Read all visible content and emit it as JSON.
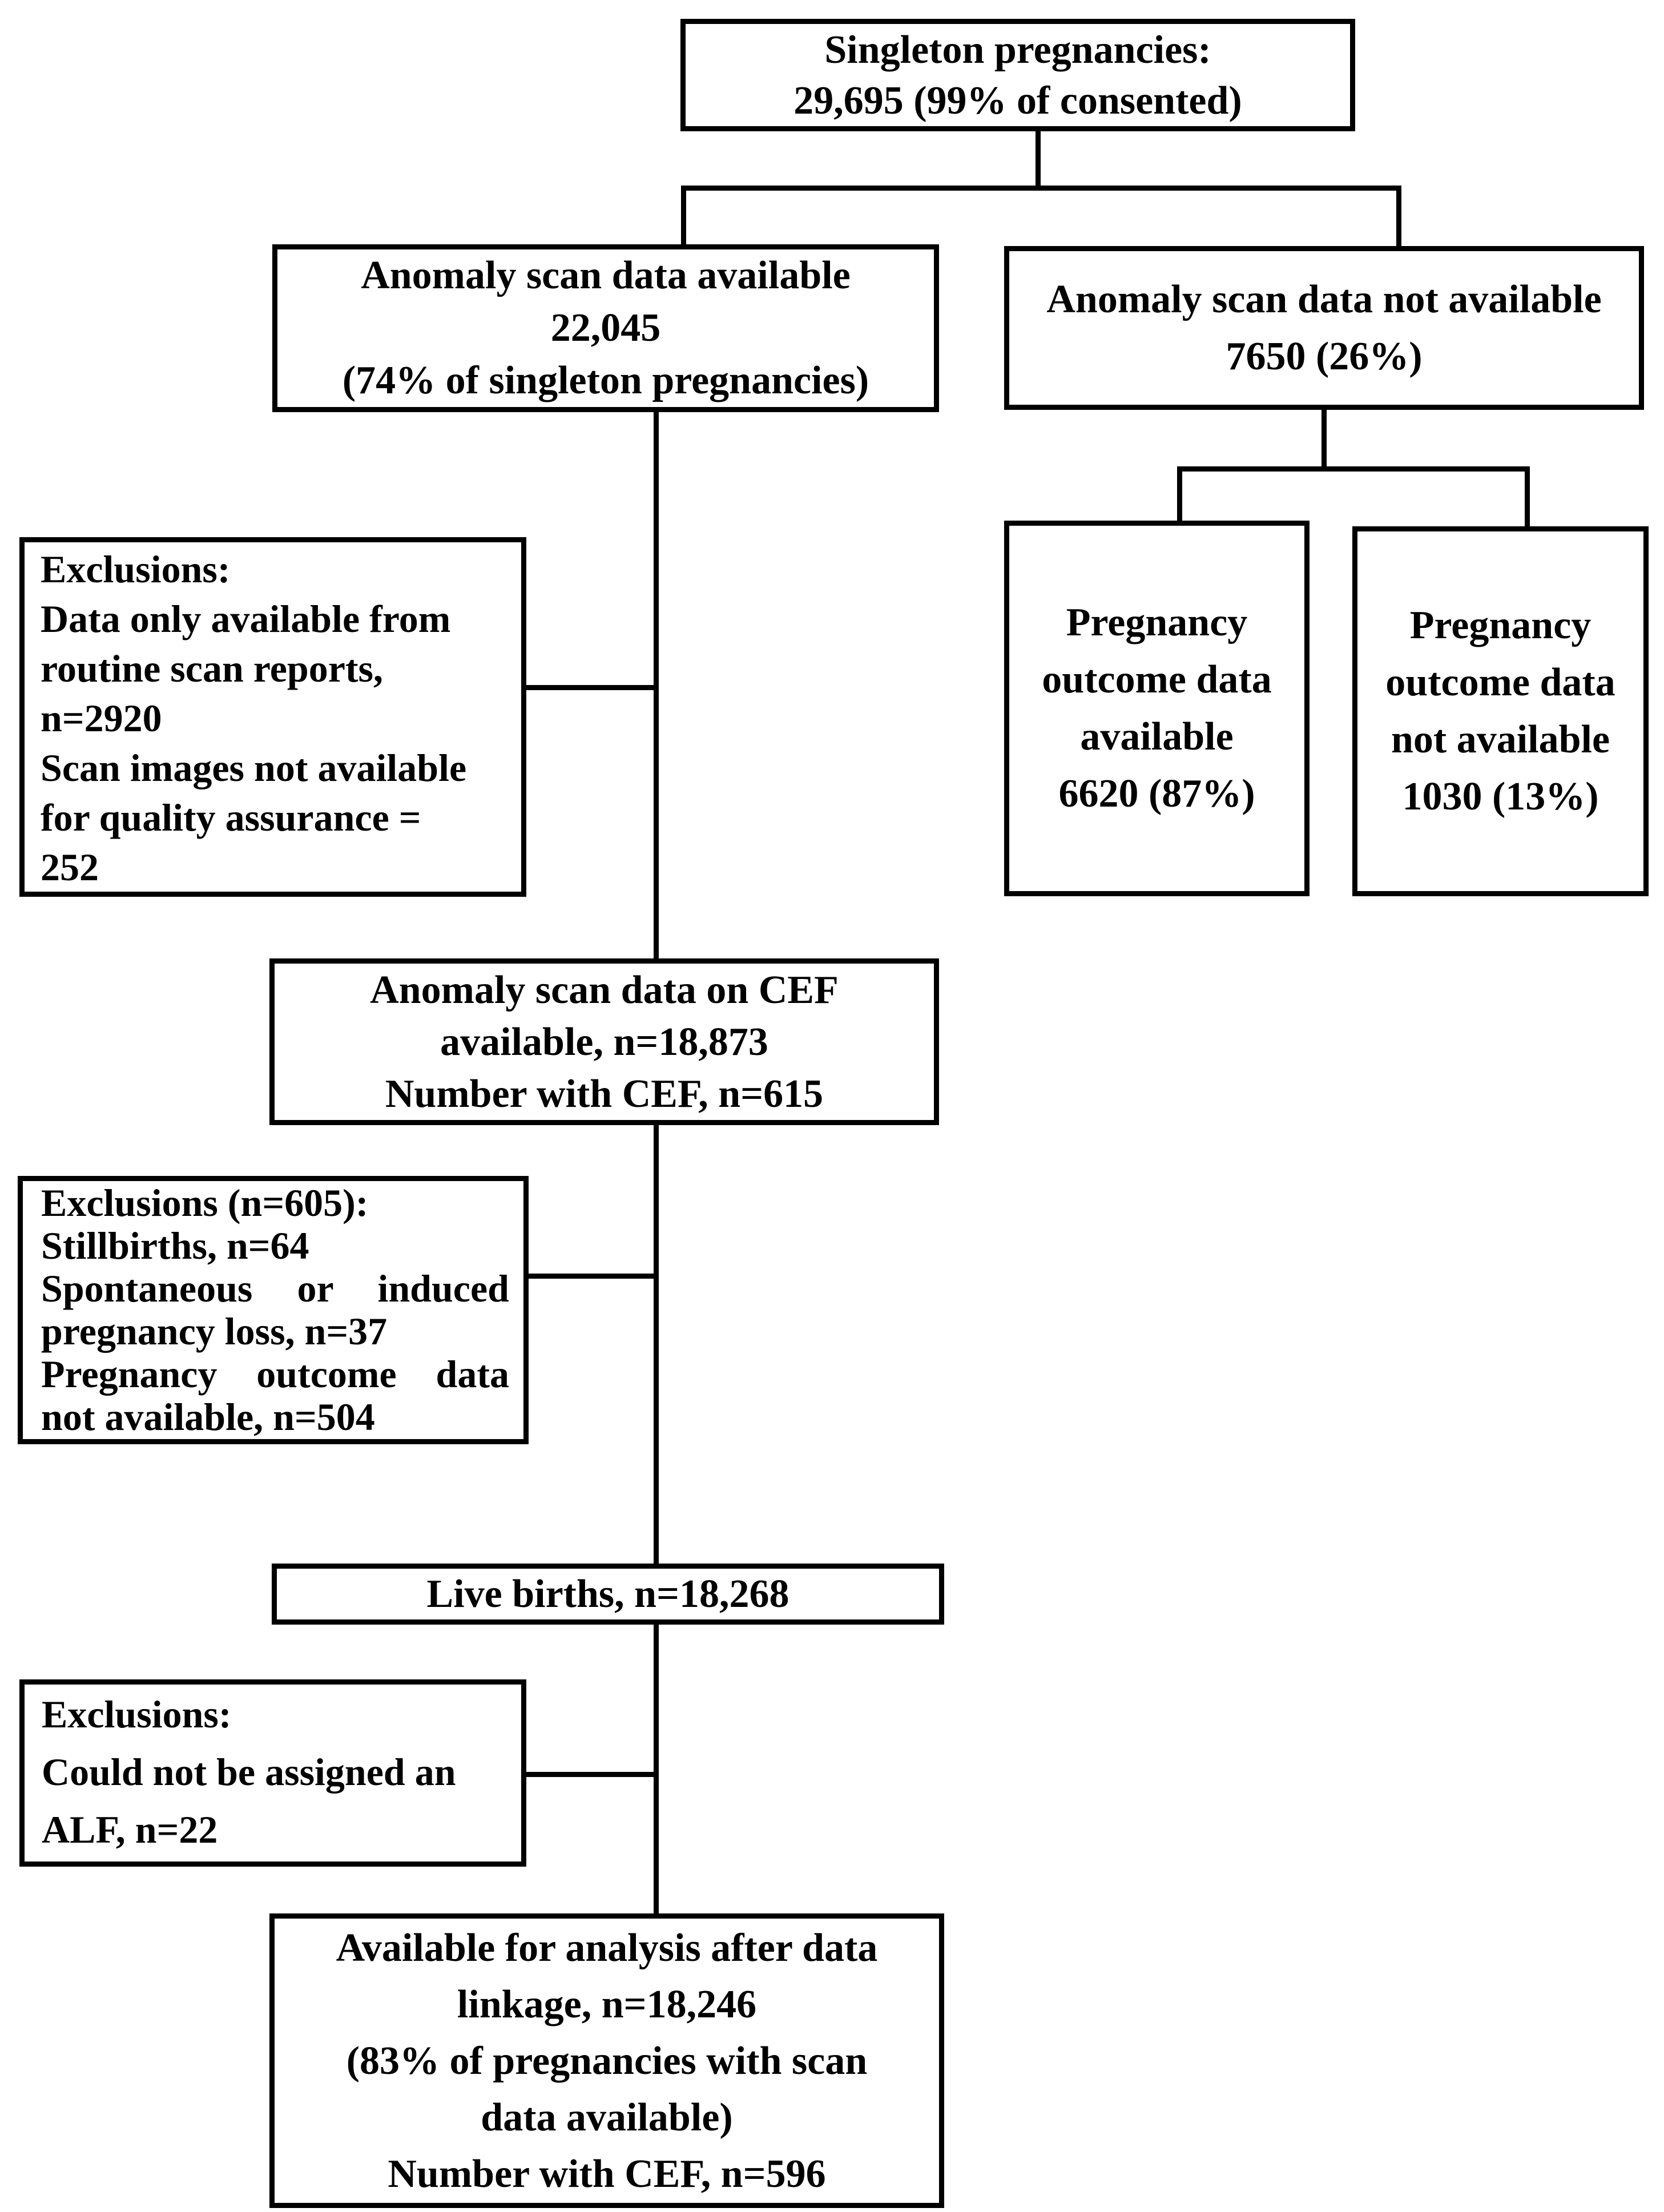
{
  "figure": {
    "background_color": "#ffffff",
    "line_color": "#000000",
    "boxes": {
      "singleton": {
        "lines": [
          "Singleton pregnancies:",
          "29,695 (99% of consented)"
        ]
      },
      "scan_available": {
        "lines": [
          "Anomaly scan data available",
          "22,045",
          "(74% of singleton pregnancies)"
        ]
      },
      "scan_not_available": {
        "lines": [
          "Anomaly scan data not available",
          "7650 (26%)"
        ]
      },
      "exclusions_scan_reports": {
        "lines": [
          "Exclusions:",
          "Data only available from",
          "routine scan reports,",
          "n=2920",
          "Scan images not available",
          "for quality assurance =",
          "252"
        ]
      },
      "outcome_available": {
        "lines": [
          "Pregnancy",
          "outcome data",
          "available",
          "6620 (87%)"
        ]
      },
      "outcome_not_available": {
        "lines": [
          "Pregnancy",
          "outcome data",
          "not available",
          "1030 (13%)"
        ]
      },
      "cef_available": {
        "lines": [
          "Anomaly scan data on CEF",
          "available, n=18,873",
          "Number with CEF, n=615"
        ]
      },
      "exclusions_stillbirths": {
        "lines": [
          {
            "text": "Exclusions (n=605):"
          },
          {
            "text": "Stillbirths, n=64"
          },
          {
            "text": "Spontaneous or induced",
            "justify": true
          },
          {
            "text": "pregnancy loss, n=37"
          },
          {
            "text": "Pregnancy outcome data",
            "justify": true
          },
          {
            "text": "not available, n=504"
          }
        ]
      },
      "live_births": {
        "lines": [
          "Live births, n=18,268"
        ]
      },
      "exclusions_alf": {
        "lines": [
          "Exclusions:",
          "Could not be assigned an",
          "ALF, n=22"
        ]
      },
      "final_analysis": {
        "lines": [
          "Available for analysis after data",
          "linkage, n=18,246",
          "(83% of pregnancies with scan",
          "data available)",
          "Number with CEF, n=596"
        ]
      }
    }
  }
}
